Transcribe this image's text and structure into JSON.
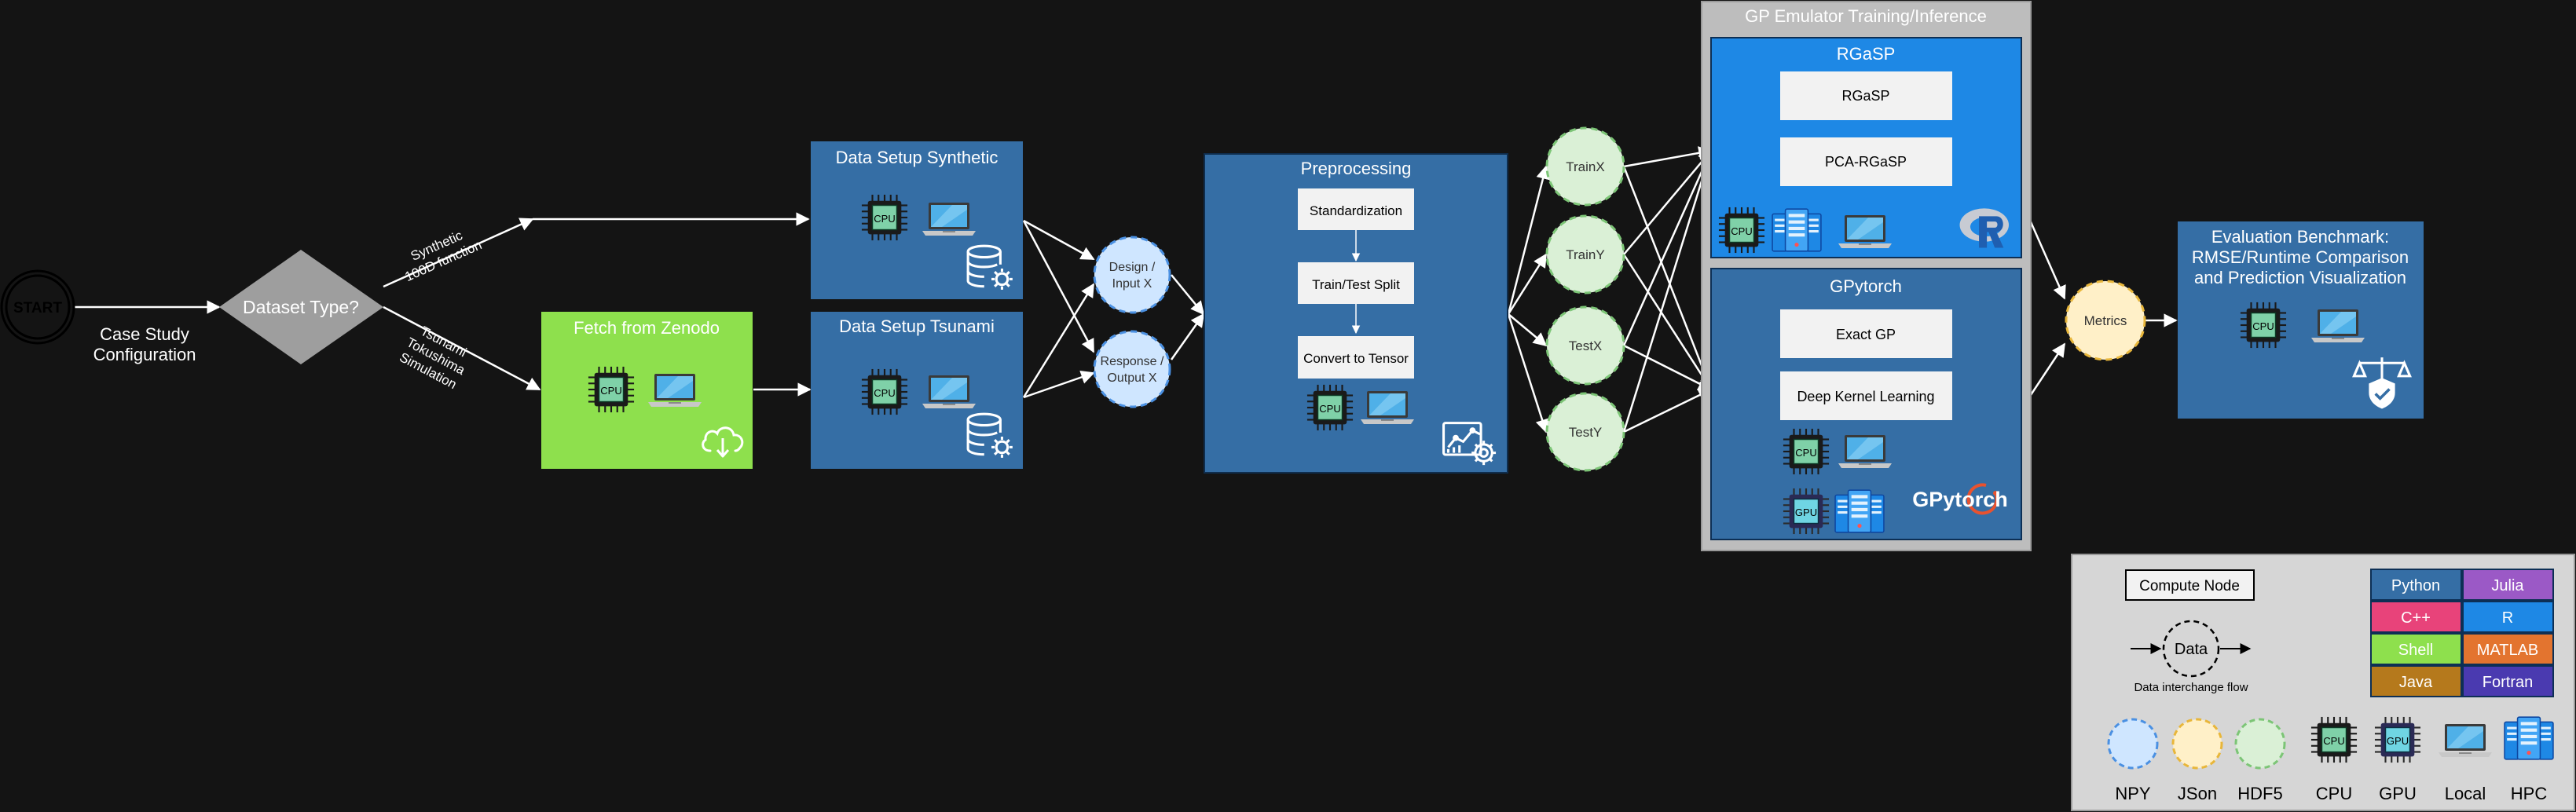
{
  "colors": {
    "background": "#141414",
    "python_blue": "#356ea5",
    "r_blue": "#1e88e5",
    "shell_green": "#8ee04d",
    "npy": "#cfe6ff",
    "json": "#fff0c8",
    "hdf5": "#daf0d6",
    "gp_panel": "#bdbdbd"
  },
  "start": {
    "label": "START"
  },
  "case_study": {
    "line1": "Case Study",
    "line2": "Configuration"
  },
  "dataset_type": {
    "label": "Dataset Type?",
    "synthetic_label": {
      "line1": "Synthetic",
      "line2": "100D function"
    },
    "tsunami_label": {
      "line1": "Tsunami",
      "line2": "Tokushima",
      "line3": "Simulation"
    }
  },
  "fetch_zenodo": {
    "title": "Fetch from Zenodo",
    "icons": [
      "cpu-icon",
      "laptop-icon",
      "cloud-download-icon"
    ]
  },
  "setup_synthetic": {
    "title": "Data Setup Synthetic",
    "icons": [
      "cpu-icon",
      "laptop-icon",
      "database-gear-icon"
    ]
  },
  "setup_tsunami": {
    "title": "Data Setup Tsunami",
    "icons": [
      "cpu-icon",
      "laptop-icon",
      "database-gear-icon"
    ]
  },
  "design_input": {
    "line1": "Design /",
    "line2": "Input X"
  },
  "response_output": {
    "line1": "Response /",
    "line2": "Output X"
  },
  "preprocessing": {
    "title": "Preprocessing",
    "steps": [
      "Standardization",
      "Train/Test Split",
      "Convert to Tensor"
    ]
  },
  "splits": [
    "TrainX",
    "TrainY",
    "TestX",
    "TestY"
  ],
  "gp_emulator": {
    "title": "GP Emulator Training/Inference",
    "rgasp": {
      "title": "RGaSP",
      "methods": [
        "RGaSP",
        "PCA-RGaSP"
      ]
    },
    "gpytorch": {
      "title": "GPytorch",
      "methods": [
        "Exact GP",
        "Deep Kernel Learning"
      ],
      "logo": "GPytorch"
    }
  },
  "metrics": {
    "label": "Metrics"
  },
  "evaluation": {
    "line1": "Evaluation Benchmark:",
    "line2": "RMSE/Runtime Comparison",
    "line3": "and Prediction Visualization"
  },
  "chip_labels": {
    "cpu": "CPU",
    "gpu": "GPU"
  },
  "legend": {
    "compute_node": "Compute Node",
    "data_label": "Data",
    "data_flow": "Data interchange flow",
    "languages": [
      {
        "name": "Python",
        "color": "#356ea5"
      },
      {
        "name": "Julia",
        "color": "#9b59c6"
      },
      {
        "name": "C++",
        "color": "#e8437a"
      },
      {
        "name": "R",
        "color": "#1e88e5"
      },
      {
        "name": "Shell",
        "color": "#8ee04d"
      },
      {
        "name": "MATLAB",
        "color": "#e3742f"
      },
      {
        "name": "Java",
        "color": "#b5791c"
      },
      {
        "name": "Fortran",
        "color": "#4a3ab0"
      }
    ],
    "icon_labels": [
      "NPY",
      "JSon",
      "HDF5",
      "CPU",
      "GPU",
      "Local",
      "HPC"
    ]
  }
}
